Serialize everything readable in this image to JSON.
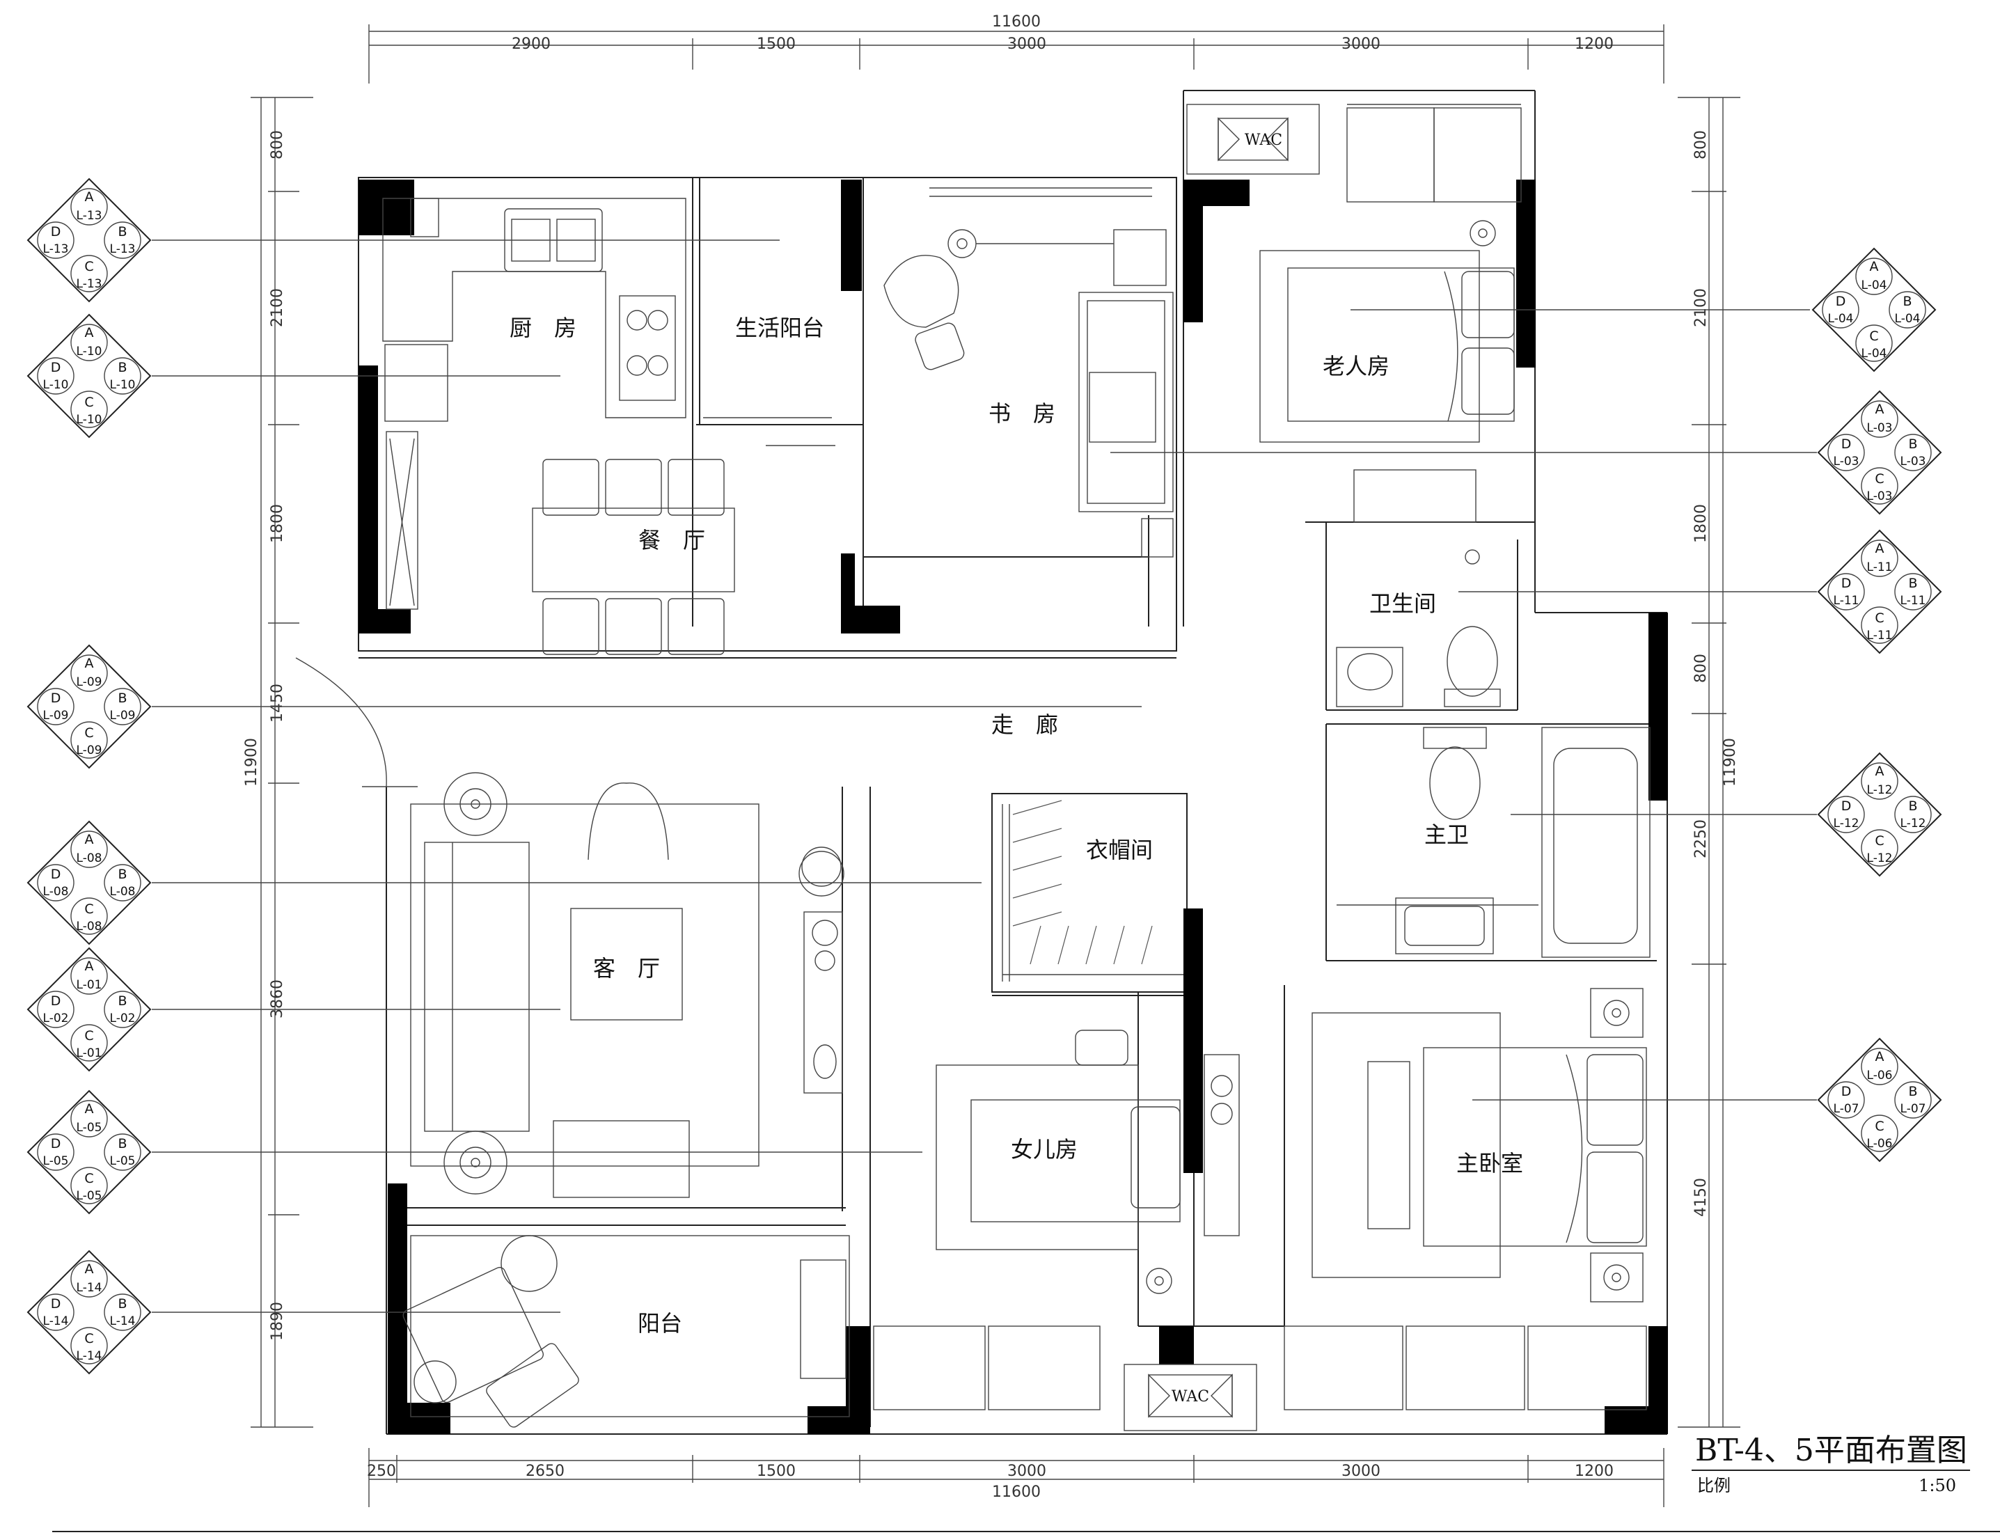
{
  "title": {
    "main": "BT-4、5平面布置图",
    "scale_label": "比例",
    "scale_value": "1:50"
  },
  "dimensions": {
    "top_total": "11600",
    "top_segments": [
      "2900",
      "1500",
      "3000",
      "3000",
      "1200"
    ],
    "bottom_total": "11600",
    "bottom_segments": [
      "250",
      "2650",
      "1500",
      "3000",
      "3000",
      "1200"
    ],
    "left_total": "11900",
    "left_segments": [
      "800",
      "2100",
      "1800",
      "1450",
      "3860",
      "1890"
    ],
    "right_total": "11900",
    "right_segments": [
      "800",
      "2100",
      "1800",
      "800",
      "2250",
      "4150"
    ]
  },
  "rooms": {
    "kitchen": "厨　房",
    "service_balcony": "生活阳台",
    "study": "书　房",
    "elder_room": "老人房",
    "dining": "餐　厅",
    "bathroom": "卫生间",
    "corridor": "走　廊",
    "cloakroom": "衣帽间",
    "master_bath": "主卫",
    "living": "客　厅",
    "daughter_room": "女儿房",
    "master_bedroom": "主卧室",
    "balcony": "阳台"
  },
  "equipment": {
    "wac_top": "WAC",
    "wac_bottom": "WAC"
  },
  "elevation_tags": {
    "left": [
      {
        "a": "A",
        "b": "B",
        "c": "C",
        "d": "D",
        "la": "L-13",
        "lb": "L-13",
        "lc": "L-13",
        "ld": "L-13"
      },
      {
        "a": "A",
        "b": "B",
        "c": "C",
        "d": "D",
        "la": "L-10",
        "lb": "L-10",
        "lc": "L-10",
        "ld": "L-10"
      },
      {
        "a": "A",
        "b": "B",
        "c": "C",
        "d": "D",
        "la": "L-09",
        "lb": "L-09",
        "lc": "L-09",
        "ld": "L-09"
      },
      {
        "a": "A",
        "b": "B",
        "c": "C",
        "d": "D",
        "la": "L-08",
        "lb": "L-08",
        "lc": "L-08",
        "ld": "L-08"
      },
      {
        "a": "A",
        "b": "B",
        "c": "C",
        "d": "D",
        "la": "L-01",
        "lb": "L-02",
        "lc": "L-01",
        "ld": "L-02"
      },
      {
        "a": "A",
        "b": "B",
        "c": "C",
        "d": "D",
        "la": "L-05",
        "lb": "L-05",
        "lc": "L-05",
        "ld": "L-05"
      },
      {
        "a": "A",
        "b": "B",
        "c": "C",
        "d": "D",
        "la": "L-14",
        "lb": "L-14",
        "lc": "L-14",
        "ld": "L-14"
      }
    ],
    "right": [
      {
        "a": "A",
        "b": "B",
        "c": "C",
        "d": "D",
        "la": "L-04",
        "lb": "L-04",
        "lc": "L-04",
        "ld": "L-04"
      },
      {
        "a": "A",
        "b": "B",
        "c": "C",
        "d": "D",
        "la": "L-03",
        "lb": "L-03",
        "lc": "L-03",
        "ld": "L-03"
      },
      {
        "a": "A",
        "b": "B",
        "c": "C",
        "d": "D",
        "la": "L-11",
        "lb": "L-11",
        "lc": "L-11",
        "ld": "L-11"
      },
      {
        "a": "A",
        "b": "B",
        "c": "C",
        "d": "D",
        "la": "L-12",
        "lb": "L-12",
        "lc": "L-12",
        "ld": "L-12"
      },
      {
        "a": "A",
        "b": "B",
        "c": "C",
        "d": "D",
        "la": "L-06",
        "lb": "L-07",
        "lc": "L-06",
        "ld": "L-07"
      }
    ]
  }
}
